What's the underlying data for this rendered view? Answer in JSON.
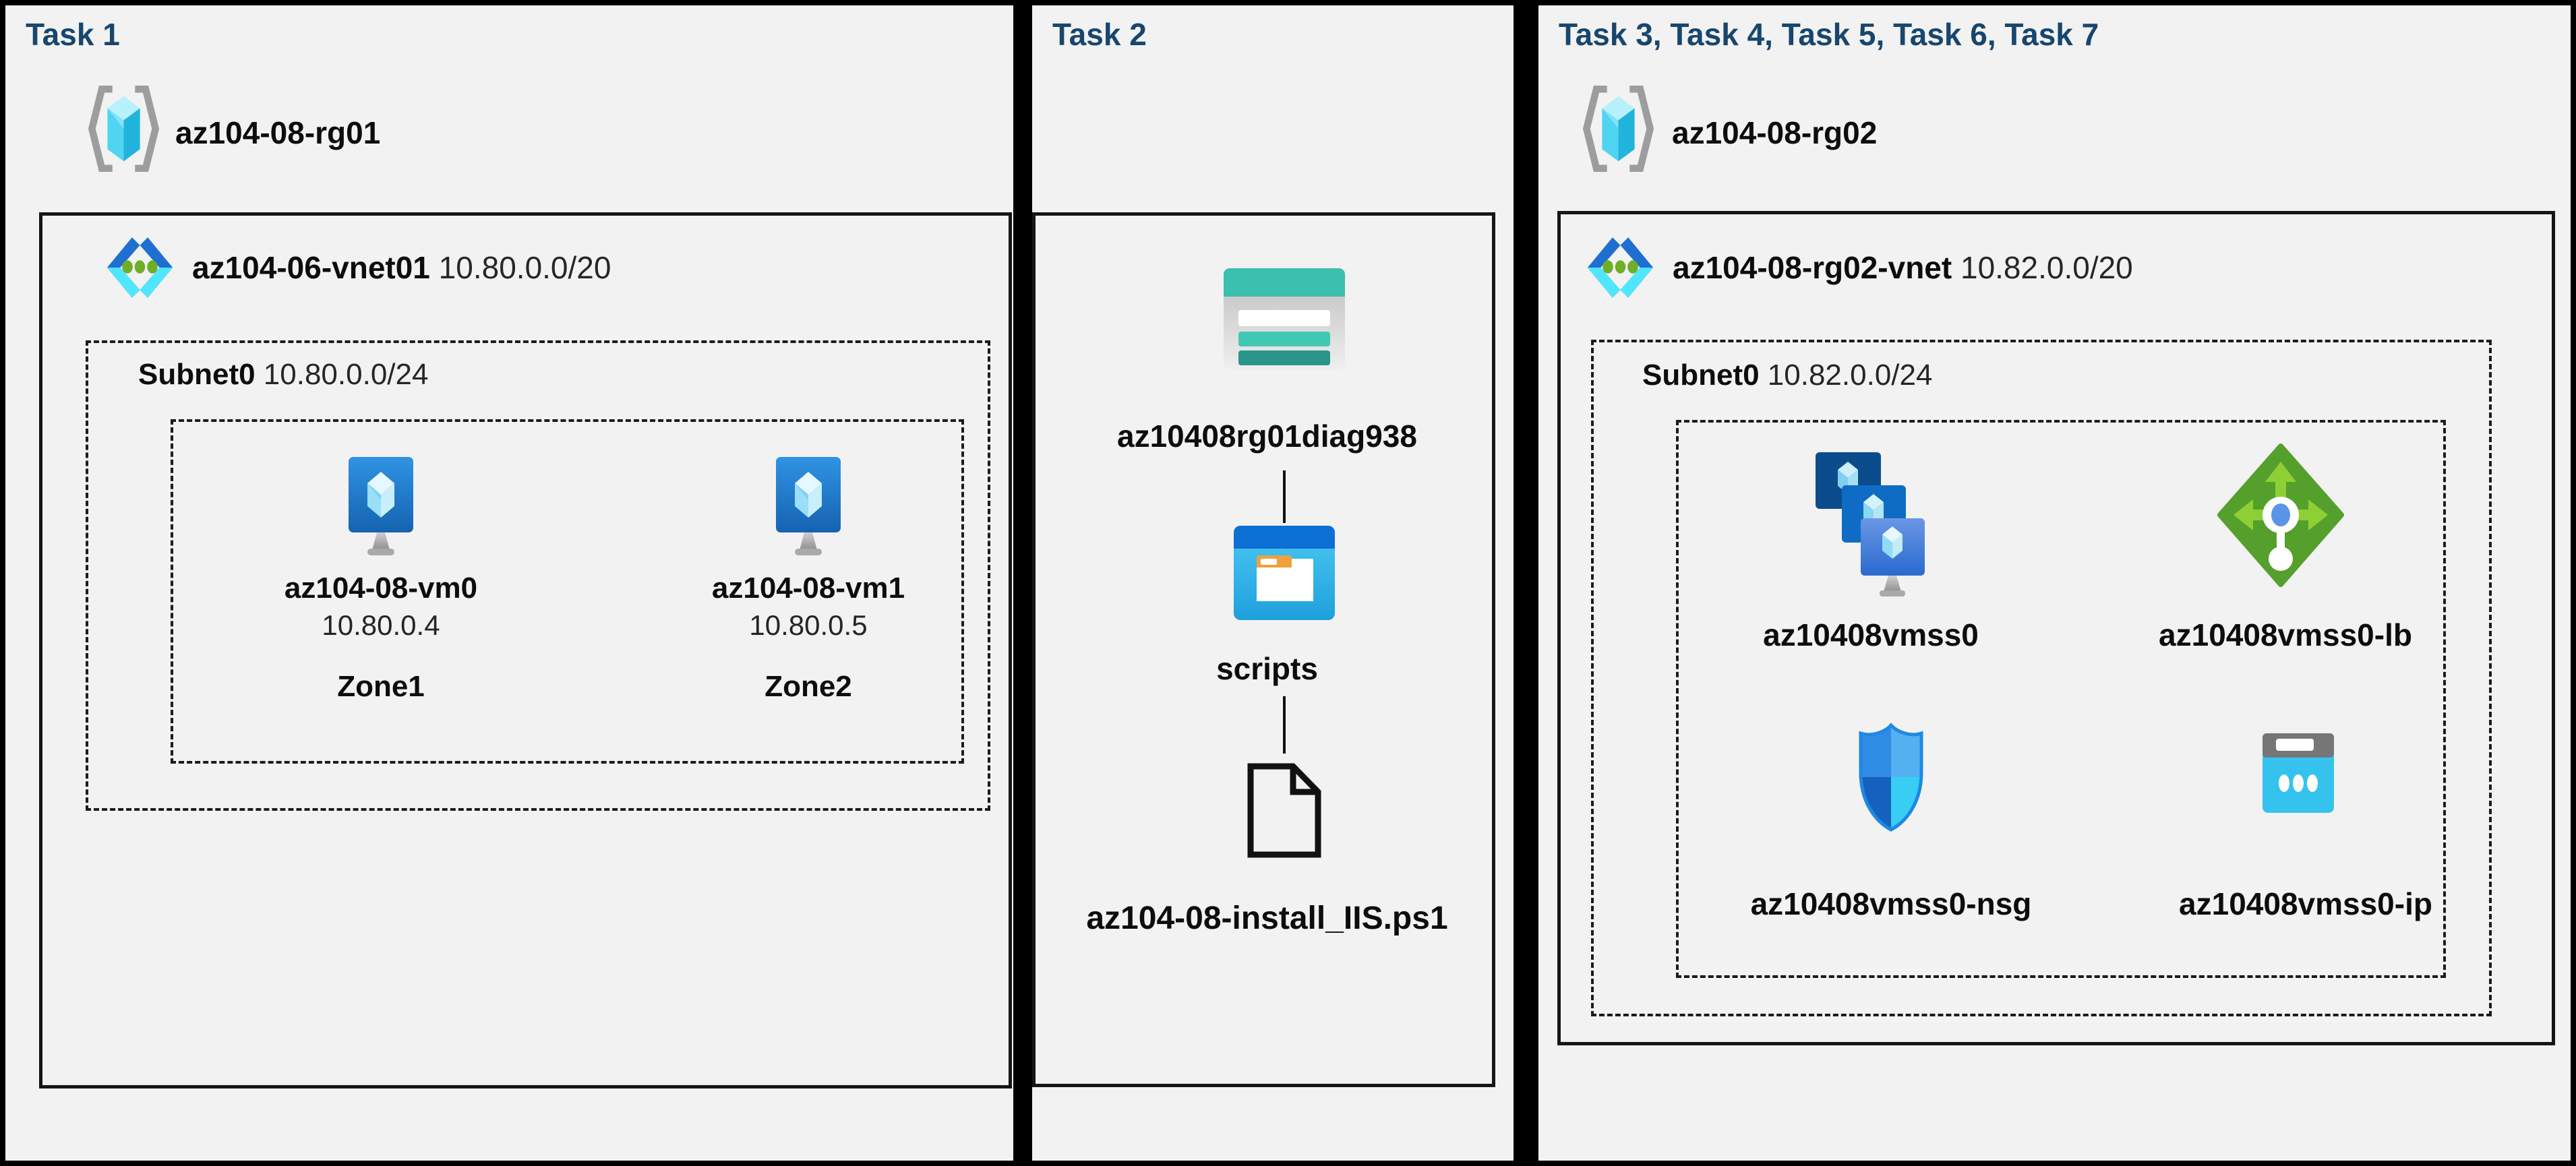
{
  "colors": {
    "title_navy": "#17466e",
    "panel_bg": "#f2f2f2",
    "frame_black": "#000000",
    "azure_blue": "#1f6fd0",
    "azure_cyan": "#50e6ff",
    "vnet_dot_green": "#6fae27",
    "lb_green": "#55a02c",
    "storage_teal": "#3bbfae",
    "folder_orange": "#efa13c"
  },
  "icons": [
    "resource-group-icon",
    "virtual-network-icon",
    "virtual-machine-icon",
    "storage-account-icon",
    "blob-container-icon",
    "script-file-icon",
    "vm-scale-set-icon",
    "load-balancer-icon",
    "nsg-shield-icon",
    "public-ip-icon"
  ],
  "panels": {
    "task1": {
      "title": "Task 1",
      "resource_group": "az104-08-rg01",
      "vnet": {
        "name": "az104-06-vnet01",
        "cidr": "10.80.0.0/20"
      },
      "subnet": {
        "name": "Subnet0",
        "cidr": "10.80.0.0/24"
      },
      "vms": [
        {
          "name": "az104-08-vm0",
          "ip": "10.80.0.4",
          "zone": "Zone1"
        },
        {
          "name": "az104-08-vm1",
          "ip": "10.80.0.5",
          "zone": "Zone2"
        }
      ]
    },
    "task2": {
      "title": "Task 2",
      "storage_account": "az10408rg01diag938",
      "container": "scripts",
      "file": "az104-08-install_IIS.ps1"
    },
    "task3": {
      "title": "Task 3, Task 4, Task 5, Task 6, Task 7",
      "resource_group": "az104-08-rg02",
      "vnet": {
        "name": "az104-08-rg02-vnet",
        "cidr": "10.82.0.0/20"
      },
      "subnet": {
        "name": "Subnet0",
        "cidr": "10.82.0.0/24"
      },
      "resources": [
        {
          "name": "az10408vmss0"
        },
        {
          "name": "az10408vmss0-lb"
        },
        {
          "name": "az10408vmss0-nsg"
        },
        {
          "name": "az10408vmss0-ip"
        }
      ]
    }
  }
}
